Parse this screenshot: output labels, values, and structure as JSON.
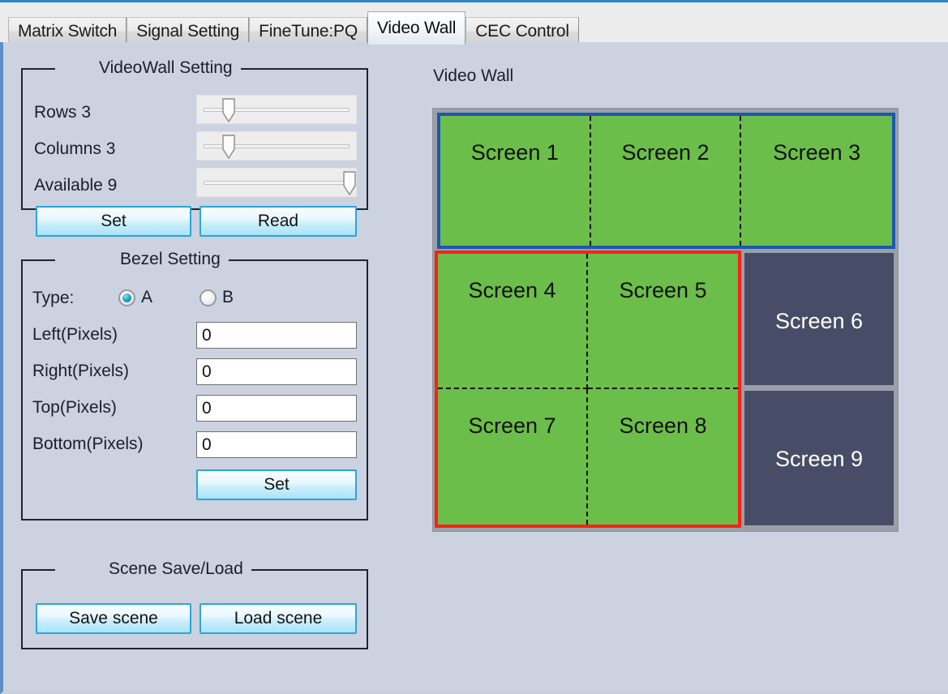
{
  "window": {
    "accent_blue": "#2f87c8",
    "client_bg": "#ccd2e0"
  },
  "tabs": [
    {
      "label": "Matrix Switch",
      "selected": false
    },
    {
      "label": "Signal Setting",
      "selected": false
    },
    {
      "label": "FineTune:PQ",
      "selected": false
    },
    {
      "label": "Video Wall",
      "selected": true
    },
    {
      "label": "CEC Control",
      "selected": false
    }
  ],
  "videowall_setting": {
    "title": "VideoWall Setting",
    "rows": {
      "label": "Rows 3",
      "value": 3,
      "slider_percent": 20
    },
    "columns": {
      "label": "Columns 3",
      "value": 3,
      "slider_percent": 20
    },
    "available": {
      "label": "Available 9",
      "value": 9,
      "slider_percent": 96
    },
    "set_label": "Set",
    "read_label": "Read"
  },
  "bezel_setting": {
    "title": "Bezel Setting",
    "type_label": "Type:",
    "type_options": [
      {
        "label": "A",
        "checked": true
      },
      {
        "label": "B",
        "checked": false
      }
    ],
    "fields": [
      {
        "label": "Left(Pixels)",
        "value": "0"
      },
      {
        "label": "Right(Pixels)",
        "value": "0"
      },
      {
        "label": "Top(Pixels)",
        "value": "0"
      },
      {
        "label": "Bottom(Pixels)",
        "value": "0"
      }
    ],
    "set_label": "Set"
  },
  "scene": {
    "title": "Scene Save/Load",
    "save_label": "Save scene",
    "load_label": "Load scene"
  },
  "video_wall": {
    "title": "Video Wall",
    "rows": 3,
    "columns": 3,
    "colors": {
      "active_green": "#6cbe4a",
      "inactive_slate": "#474d66",
      "group_blue": "#1c58b0",
      "group_red": "#fb2115",
      "frame_gray": "#9aa0a8"
    },
    "groups": [
      {
        "id": "group-blue",
        "border_color": "#1c58b0",
        "cells": [
          "Screen 1",
          "Screen 2",
          "Screen 3"
        ],
        "grid_rows": 1,
        "grid_cols": 3
      },
      {
        "id": "group-red",
        "border_color": "#fb2115",
        "cells": [
          "Screen 4",
          "Screen 5",
          "Screen 7",
          "Screen 8"
        ],
        "grid_rows": 2,
        "grid_cols": 2
      }
    ],
    "singles": [
      {
        "id": "screen-6",
        "label": "Screen 6"
      },
      {
        "id": "screen-9",
        "label": "Screen 9"
      }
    ]
  }
}
